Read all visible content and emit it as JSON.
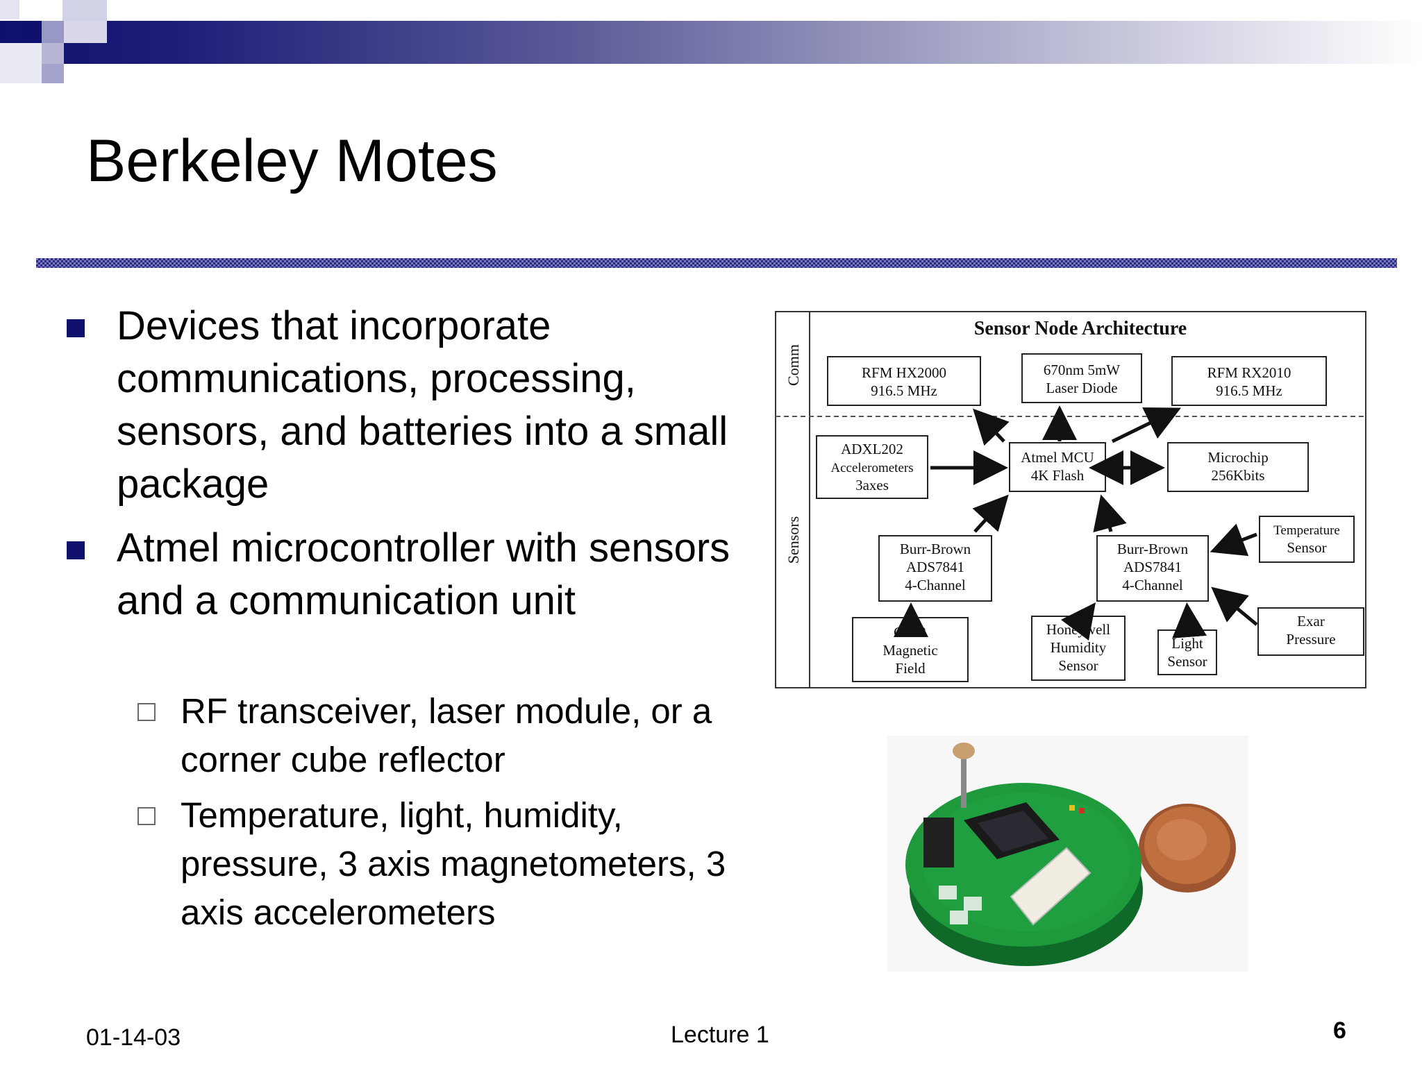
{
  "slide": {
    "title": "Berkeley Motes",
    "bullets": [
      {
        "text": "Devices that incorporate communications, processing, sensors, and batteries into a small package"
      },
      {
        "text": "Atmel microcontroller with sensors and a communication unit",
        "sub": [
          {
            "text": "RF transceiver, laser module, or a corner cube reflector"
          },
          {
            "text": "Temperature, light, humidity, pressure, 3 axis magnetometers, 3 axis accelerometers"
          }
        ]
      }
    ]
  },
  "diagram": {
    "title": "Sensor Node Architecture",
    "rows": {
      "comm": "Comm",
      "sensors": "Sensors"
    },
    "boxes": {
      "rfm_hx2000": [
        "RFM HX2000",
        "916.5 MHz"
      ],
      "laser_diode": [
        "670nm 5mW",
        "Laser Diode"
      ],
      "rfm_rx2010": [
        "RFM RX2010",
        "916.5 MHz"
      ],
      "adxl202": [
        "ADXL202",
        "Accelerometers",
        "3axes"
      ],
      "atmel_mcu": [
        "Atmel MCU",
        "4K Flash"
      ],
      "microchip": [
        "Microchip",
        "256Kbits"
      ],
      "burr_brown_left": [
        "Burr-Brown",
        "ADS7841",
        "4-Channel"
      ],
      "burr_brown_right": [
        "Burr-Brown",
        "ADS7841",
        "4-Channel"
      ],
      "temperature_sensor": [
        "Temperature",
        "Sensor"
      ],
      "gmr": [
        "GMR",
        "Magnetic",
        "Field"
      ],
      "honeywell": [
        "Honeywell",
        "Humidity",
        "Sensor"
      ],
      "light_sensor": [
        "Light",
        "Sensor"
      ],
      "ext_pressure": [
        "Exar",
        "Pressure"
      ]
    }
  },
  "footer": {
    "date": "01-14-03",
    "center": "Lecture 1",
    "page": "6"
  },
  "colors": {
    "accent": "#10106e",
    "board_green": "#1e9a3c",
    "penny": "#b0643a"
  }
}
